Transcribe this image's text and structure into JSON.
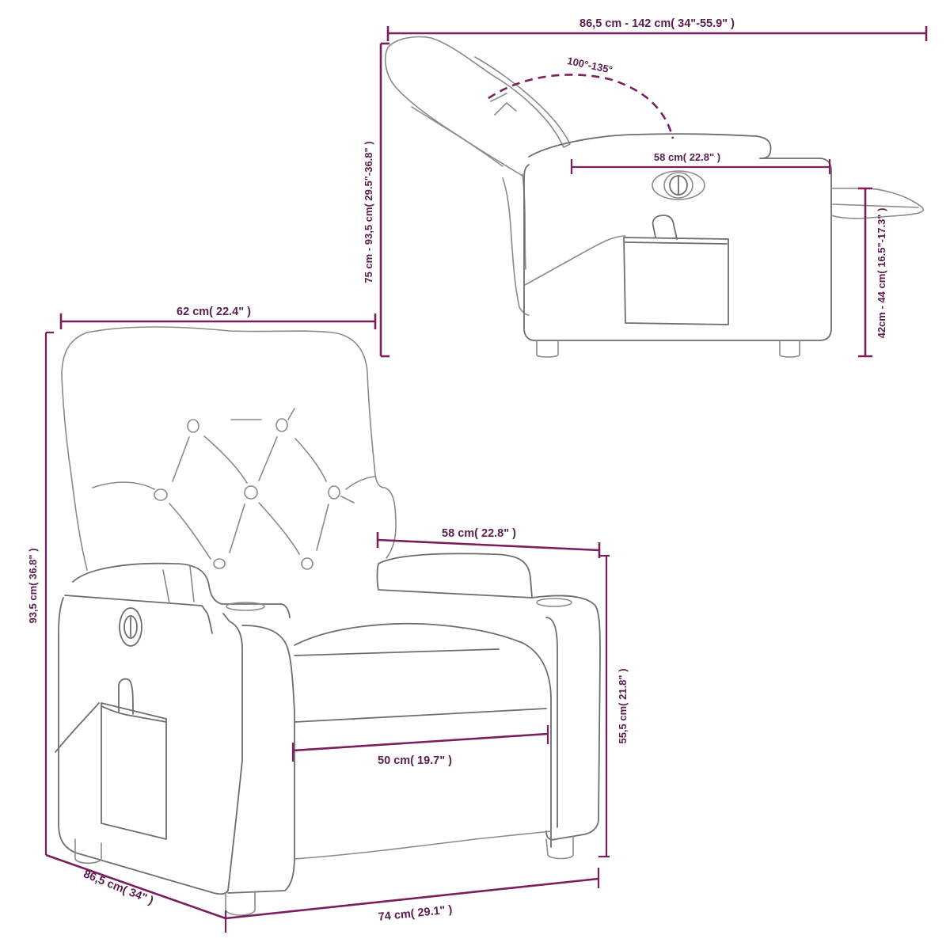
{
  "diagram": {
    "subject": "Recliner chair dimensions",
    "line_color": "#8a8a8a",
    "dimension_color": "#7a1e5e",
    "label_color": "#5a1d4e",
    "side_view": {
      "overall_length_label": "86,5 cm - 142 cm( 34\"-55.9\" )",
      "recline_angle_label": "100°-135°",
      "seat_depth_label": "58 cm( 22.8\" )",
      "overall_height_label": "75 cm - 93,5 cm( 29.5\"-36.8\" )",
      "footrest_height_label": "42cm - 44 cm( 16.5\"-17.3\" )"
    },
    "front_view": {
      "backrest_width_label": "62 cm( 22.4\" )",
      "total_height_label": "93,5 cm( 36.8\" )",
      "armrest_length_label": "58 cm( 22.8\" )",
      "arm_height_label": "55,5 cm( 21.8\" )",
      "seat_width_label": "50 cm( 19.7\" )",
      "depth_label": "86,5 cm( 34\" )",
      "width_label": "74 cm( 29.1\" )"
    }
  }
}
